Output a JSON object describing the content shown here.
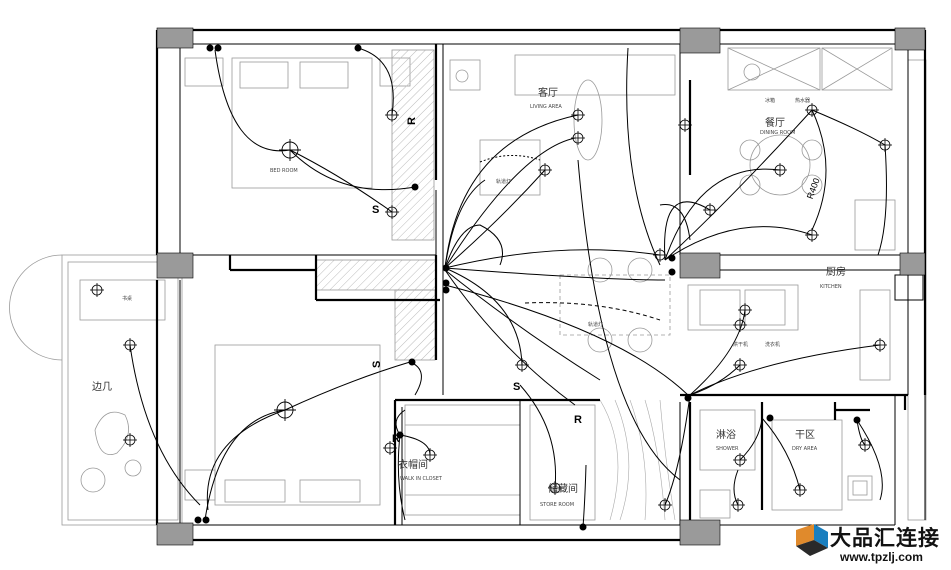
{
  "rooms": {
    "living_cn": "客厅",
    "living_en": "LIVING AREA",
    "dining_cn": "餐厅",
    "dining_en": "DINING ROOM",
    "kitchen_cn": "厨房",
    "kitchen_en": "KITCHEN",
    "bedroom_en": "BED ROOM",
    "closet_cn": "衣帽间",
    "closet_en": "WALK IN CLOSET",
    "store_cn": "储藏间",
    "store_en": "STORE ROOM",
    "shower_cn": "淋浴",
    "shower_en": "SHOWER",
    "dry_cn": "干区",
    "dry_en": "DRY AREA"
  },
  "fixtures": {
    "fridge": "冰箱",
    "water_heater": "热水器",
    "track_light_1": "轨道灯",
    "track_light_2": "轨道灯",
    "washing_machine": "洗衣机",
    "dryer": "烘干机",
    "bookcase": "书桌",
    "side_table": "边几"
  },
  "annotations": {
    "radius": "R400",
    "switch_s": "S",
    "switch_r": "R"
  },
  "watermark": {
    "name": "大品汇连接",
    "url": "www.tpzlj.com"
  },
  "colors": {
    "wall": "#000000",
    "column": "#9a9a9a",
    "furniture": "#9a9a9a",
    "wire": "#000000"
  }
}
